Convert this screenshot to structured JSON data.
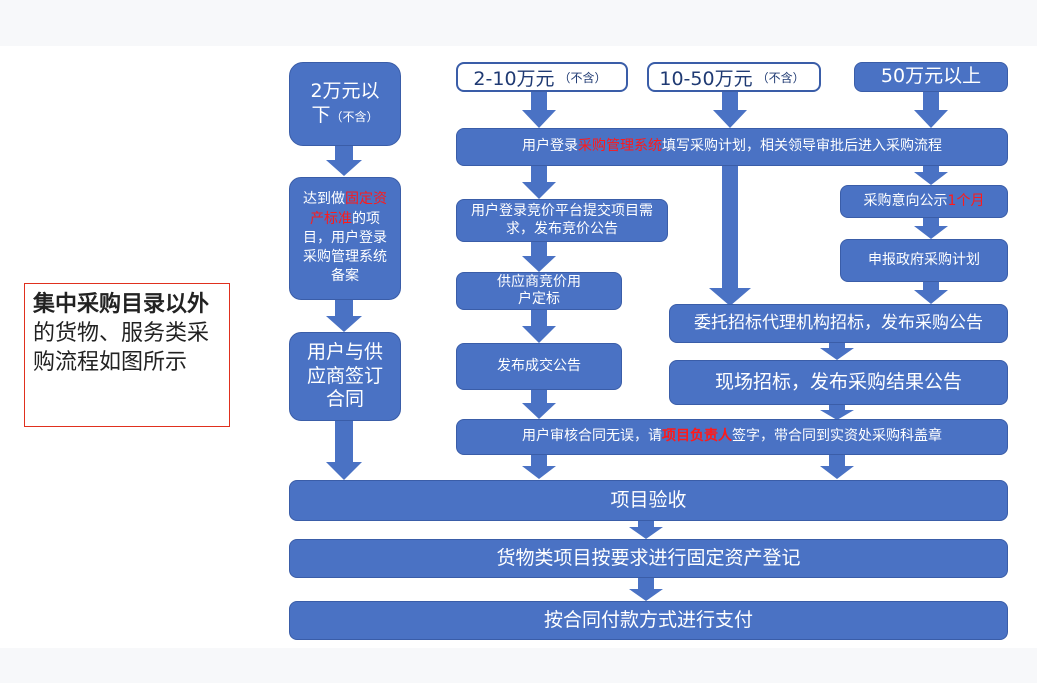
{
  "note": {
    "bold": "集中采购目录以外",
    "normal": "的货物、服务类采购流程如图所示"
  },
  "headers": {
    "h1": {
      "main": "2万元以",
      "line2": "下",
      "suffix": "（不含）"
    },
    "h2": {
      "main": "2-10万元",
      "suffix": "（不含）"
    },
    "h3": {
      "main": "10-50万元",
      "suffix": "（不含）"
    },
    "h4": {
      "main": "50万元以上"
    }
  },
  "steps": {
    "login_plan": {
      "pre": "用户登录",
      "red": "采购管理系统",
      "post": "填写采购计划，相关领导审批后进入采购流程"
    },
    "fixed_asset": {
      "pre": "达到做",
      "red": "固定资产标准",
      "post": "的项目，用户登录采购管理系统备案"
    },
    "sign_contract": "用户与供应商签订合同",
    "bid_platform": "用户登录竞价平台提交项目需求，发布竞价公告",
    "supplier_bid": "供应商竞价用户定标",
    "deal_notice": "发布成交公告",
    "intent_notice": {
      "pre": "采购意向公示",
      "red": "1个月"
    },
    "gov_plan": "申报政府采购计划",
    "agency": "委托招标代理机构招标，发布采购公告",
    "onsite": "现场招标，发布采购结果公告",
    "audit": {
      "pre": "用户审核合同无误，请",
      "red": "项目负责人",
      "post": "签字，带合同到实资处采购科盖章"
    },
    "acceptance": "项目验收",
    "register": "货物类项目按要求进行固定资产登记",
    "payment": "按合同付款方式进行支付"
  },
  "colors": {
    "box": "#4a72c4",
    "highlight": "#ff1a1a",
    "note_border": "#e0301e"
  }
}
